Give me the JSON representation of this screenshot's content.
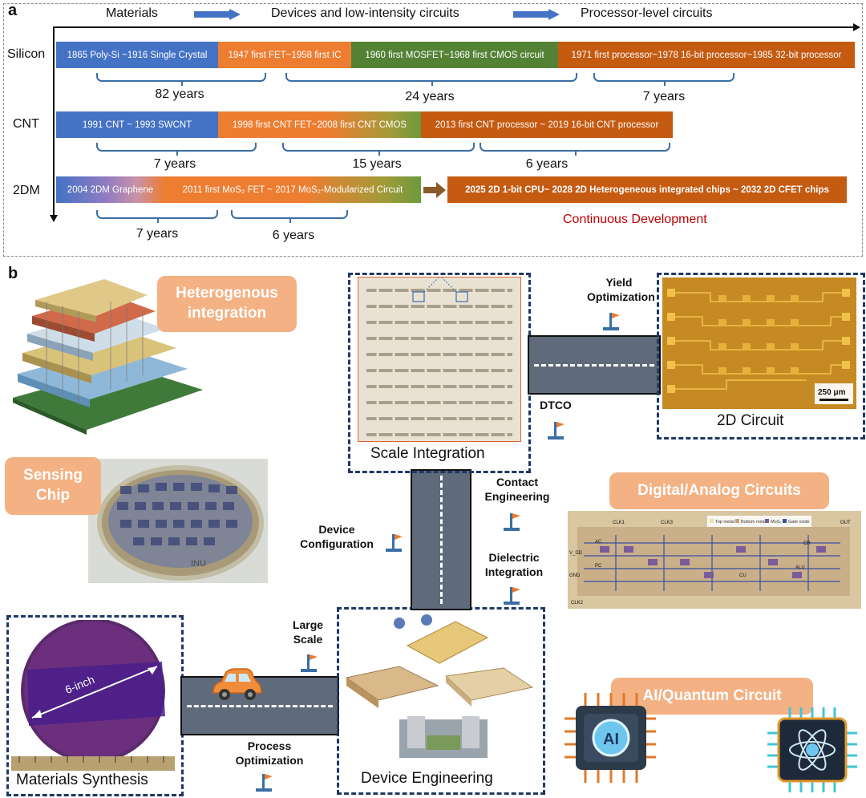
{
  "panel_a": {
    "letter": "a",
    "stages": [
      "Materials",
      "Devices and low-intensity circuits",
      "Processor-level circuits"
    ],
    "rows": [
      {
        "label": "Silicon",
        "bars": [
          {
            "text": "1865 Poly-Si ~1916 Single Crystal",
            "color": "#4472c4"
          },
          {
            "text": "1947 first FET~1958 first IC",
            "color": "#ed7d31"
          },
          {
            "text": "1960 first MOSFET~1968 first CMOS circuit",
            "color": "#548235"
          },
          {
            "text": "1971 first processor~1978 16-bit processor~1985 32-bit processor",
            "color": "#c55a11"
          }
        ],
        "spans": [
          "82 years",
          "24 years",
          "7 years"
        ]
      },
      {
        "label": "CNT",
        "bars": [
          {
            "text": "1991 CNT ~ 1993 SWCNT",
            "color": "#4472c4"
          },
          {
            "text": "1998 first CNT FET~2008 first CNT CMOS",
            "color": "#ed7d31"
          },
          {
            "text": "2013 first CNT processor ~ 2019 16-bit CNT processor",
            "color": "#c55a11"
          }
        ],
        "spans": [
          "7 years",
          "15 years",
          "6 years"
        ]
      },
      {
        "label": "2DM",
        "bars": [
          {
            "text": "2004 2DM Graphene",
            "color": "#8e7cc3"
          },
          {
            "text": "2011 first MoS₂ FET ~ 2017 MoS₂-Modularized Circuit",
            "color": "#ed7d31"
          },
          {
            "text": "2025 2D 1-bit CPU~ 2028 2D Heterogeneous integrated chips ~ 2032 2D CFET chips",
            "color": "#c55a11"
          }
        ],
        "spans": [
          "7 years",
          "6 years"
        ],
        "note": "Continuous Development",
        "note_color": "#c00000"
      }
    ]
  },
  "panel_b": {
    "letter": "b",
    "labels": {
      "heterogenous": "Heterogenous integration",
      "sensing": "Sensing Chip",
      "digital": "Digital/Analog Circuits",
      "ai": "AI/Quantum Circuit",
      "ai_chip_text": "AI"
    },
    "boxes": {
      "scale": "Scale Integration",
      "circuit2d": "2D Circuit",
      "synthesis": "Materials Synthesis",
      "device": "Device Engineering"
    },
    "milestones": {
      "yield": "Yield Optimization",
      "dtco": "DTCO",
      "contact": "Contact Engineering",
      "device_config": "Device Configuration",
      "dielectric": "Dielectric Integration",
      "large_scale": "Large Scale",
      "process": "Process Optimization"
    },
    "image_text": {
      "wafer_size": "6-inch",
      "scale_bar": "250 μm",
      "sensing_logo": "INU",
      "legend": [
        "Top metal",
        "Bottom metal",
        "MoS₂",
        "Gate oxide"
      ],
      "circuit_pins": [
        "CLK1",
        "CLK3",
        "OUT",
        "V_DD",
        "GND",
        "CLK2"
      ],
      "circuit_blocks": [
        "AC",
        "PC",
        "CU",
        "ALU",
        "CR"
      ]
    },
    "colors": {
      "accent_orange": "#f4b183",
      "navy": "#1f3864",
      "road": "#5f6b7a",
      "arrow_blue": "#4472c4"
    }
  }
}
